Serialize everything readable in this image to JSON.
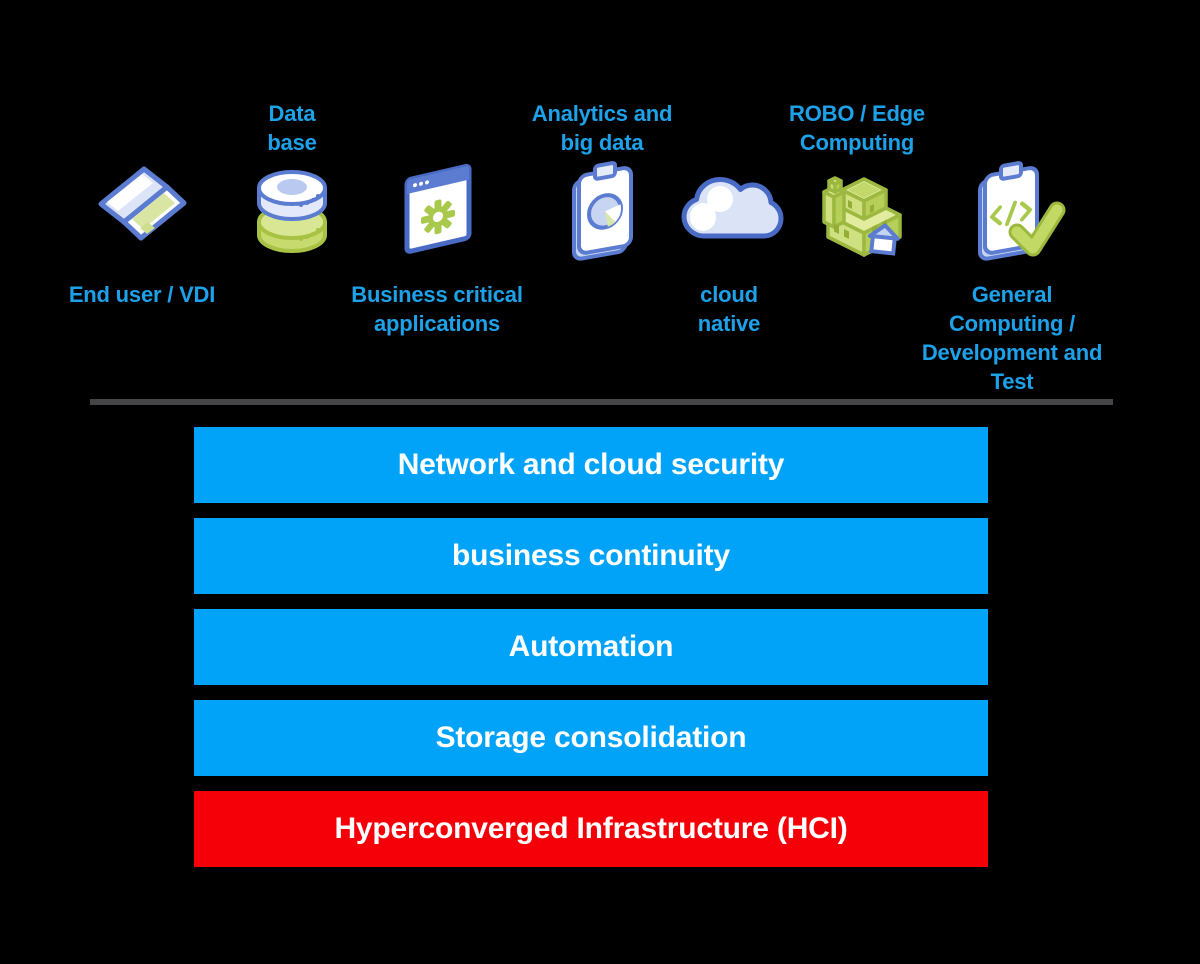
{
  "colors": {
    "background": "#000000",
    "label_blue": "#1da1e8",
    "bar_blue": "#00a3f7",
    "bar_red": "#f50008",
    "bar_text": "#ffffff",
    "divider_gray": "#454547",
    "icon_blue_outline": "#5b7cd0",
    "icon_green": "#a9c94d"
  },
  "workloads": [
    {
      "label": "End user / VDI",
      "icon": "laptop-icon",
      "label_position": "bottom"
    },
    {
      "label": "Data\nbase",
      "icon": "database-icon",
      "label_position": "top"
    },
    {
      "label": "Business critical\napplications",
      "icon": "browser-gear-icon",
      "label_position": "bottom"
    },
    {
      "label": "Analytics and\nbig data",
      "icon": "analytics-clipboard-icon",
      "label_position": "top"
    },
    {
      "label": "cloud\nnative",
      "icon": "cloud-icon",
      "label_position": "bottom"
    },
    {
      "label": "ROBO / Edge\nComputing",
      "icon": "edge-building-icon",
      "label_position": "top"
    },
    {
      "label": "General\nComputing /\nDevelopment and\nTest",
      "icon": "dev-test-clipboard-icon",
      "label_position": "bottom"
    }
  ],
  "stack": [
    {
      "label": "Network and cloud security",
      "color": "#00a3f7"
    },
    {
      "label": "business continuity",
      "color": "#00a3f7"
    },
    {
      "label": "Automation",
      "color": "#00a3f7"
    },
    {
      "label": "Storage consolidation",
      "color": "#00a3f7"
    },
    {
      "label": "Hyperconverged Infrastructure (HCI)",
      "color": "#f50008"
    }
  ]
}
